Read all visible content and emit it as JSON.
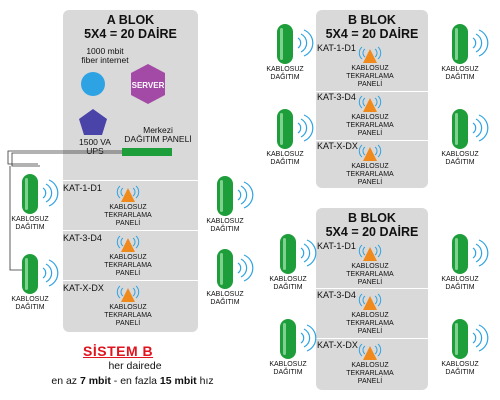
{
  "blocks": {
    "a": {
      "title_line1": "A BLOK",
      "title_line2": "5X4 = 20 DAİRE"
    },
    "b_top": {
      "title_line1": "B BLOK",
      "title_line2": "5X4 = 20 DAİRE"
    },
    "b_bottom": {
      "title_line1": "B BLOK",
      "title_line2": "5X4 = 20 DAİRE"
    }
  },
  "infra": {
    "fiber_label_line1": "1000 mbit",
    "fiber_label_line2": "fiber internet",
    "server_label": "SERVER",
    "ups_label_line1": "1500 VA",
    "ups_label_line2": "UPS",
    "panel_label_line1": "Merkezi",
    "panel_label_line2": "DAĞITIM PANELİ"
  },
  "floors": {
    "a": [
      "KAT-1-D1",
      "KAT-3-D4",
      "KAT-X-DX"
    ],
    "b_top": [
      "KAT-1-D1",
      "KAT-3-D4",
      "KAT-X-DX"
    ],
    "b_bottom": [
      "KAT-1-D1",
      "KAT-3-D4",
      "KAT-X-DX"
    ]
  },
  "repeater": {
    "line1": "KABLOSUZ",
    "line2": "TEKRARLAMA",
    "line3": "PANELİ"
  },
  "access_point": {
    "line1": "KABLOSUZ",
    "line2": "DAĞITIM"
  },
  "footer": {
    "title": "SİSTEM B",
    "line1": "her dairede",
    "line2_prefix": "en az ",
    "line2_min": "7 mbit",
    "line2_mid": " - en fazla ",
    "line2_max": "15 mbit",
    "line2_suffix": " hız"
  },
  "colors": {
    "block_bg": "#d9d9d9",
    "green": "#1e9e3a",
    "orange": "#f08a1c",
    "server": "#a34aa6",
    "fiber": "#2ea3e3",
    "ups": "#4a43a8",
    "accent_red": "#e0141e"
  }
}
